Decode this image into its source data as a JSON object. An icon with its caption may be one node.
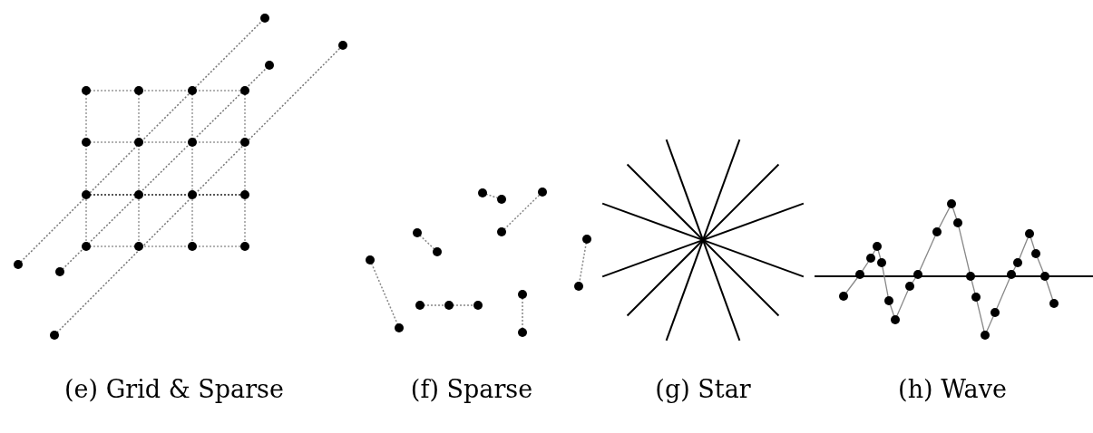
{
  "diagram": {
    "labels": [
      "(e) Grid & Sparse",
      "(f) Sparse",
      "(g) Star",
      "(h) Wave"
    ]
  }
}
